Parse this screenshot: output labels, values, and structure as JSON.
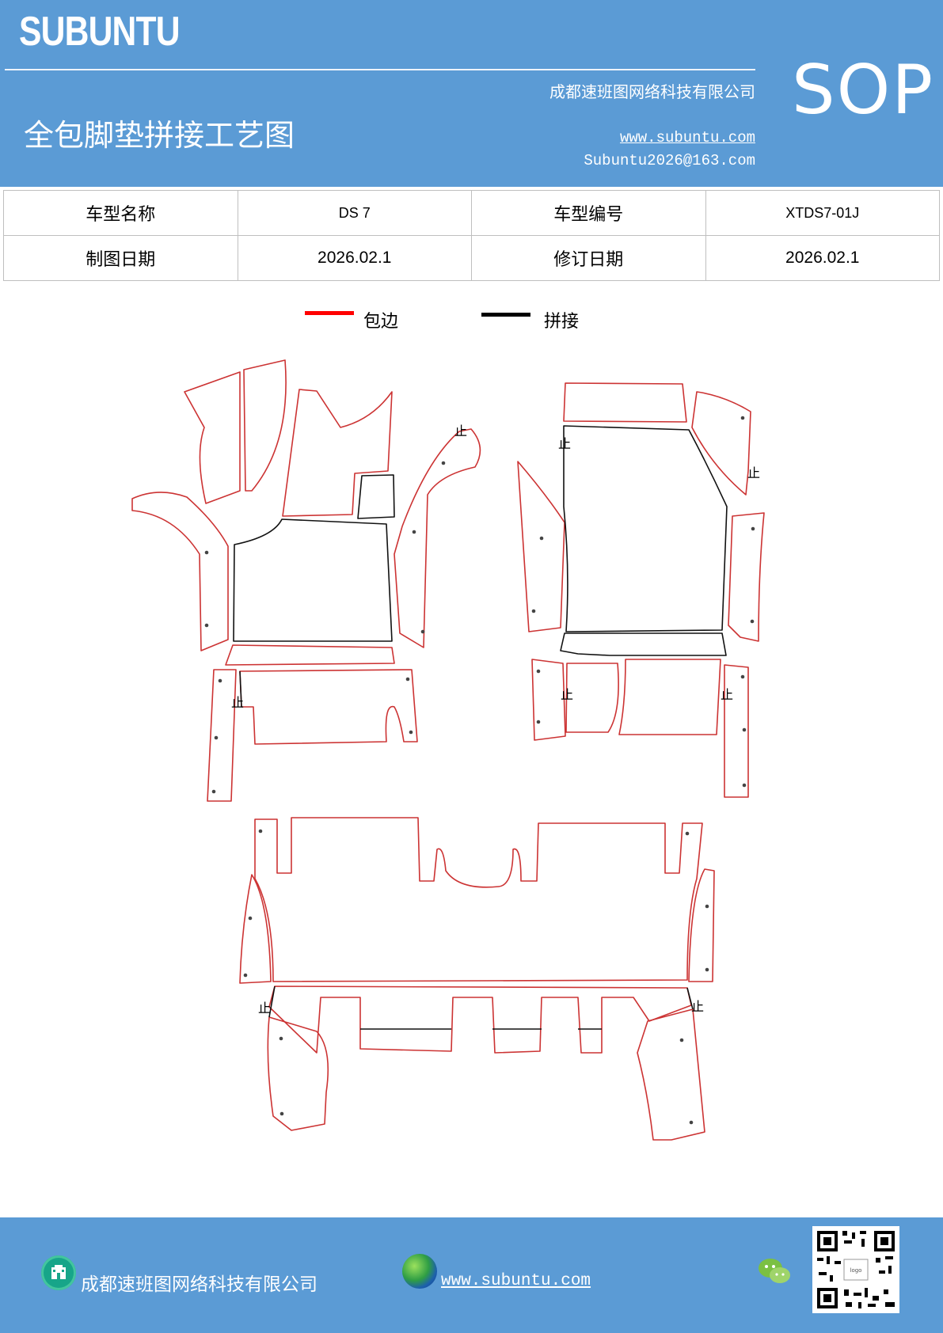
{
  "header": {
    "brand": "SUBUNTU",
    "company": "成都速班图网络科技有限公司",
    "doc_title": "全包脚垫拼接工艺图",
    "website": "www.subuntu.com",
    "email": "Subuntu2026@163.com",
    "badge": "SOP"
  },
  "info": {
    "model_name_label": "车型名称",
    "model_name": "DS 7",
    "model_code_label": "车型编号",
    "model_code": "XTDS7-01J",
    "draw_date_label": "制图日期",
    "draw_date": "2026.02.1",
    "revise_date_label": "修订日期",
    "revise_date": "2026.02.1"
  },
  "legend": [
    {
      "label": "包边",
      "color": "#ff0000"
    },
    {
      "label": "拼接",
      "color": "#000000"
    }
  ],
  "stop_mark": "止",
  "colors": {
    "brand_blue": "#5b9bd5",
    "edge_red": "#cc3333",
    "seam_black": "#111111"
  },
  "footer": {
    "company": "成都速班图网络科技有限公司",
    "website": "www.subuntu.com",
    "icons": [
      "building-icon",
      "globe-icon",
      "wechat-icon",
      "qr-code"
    ]
  }
}
